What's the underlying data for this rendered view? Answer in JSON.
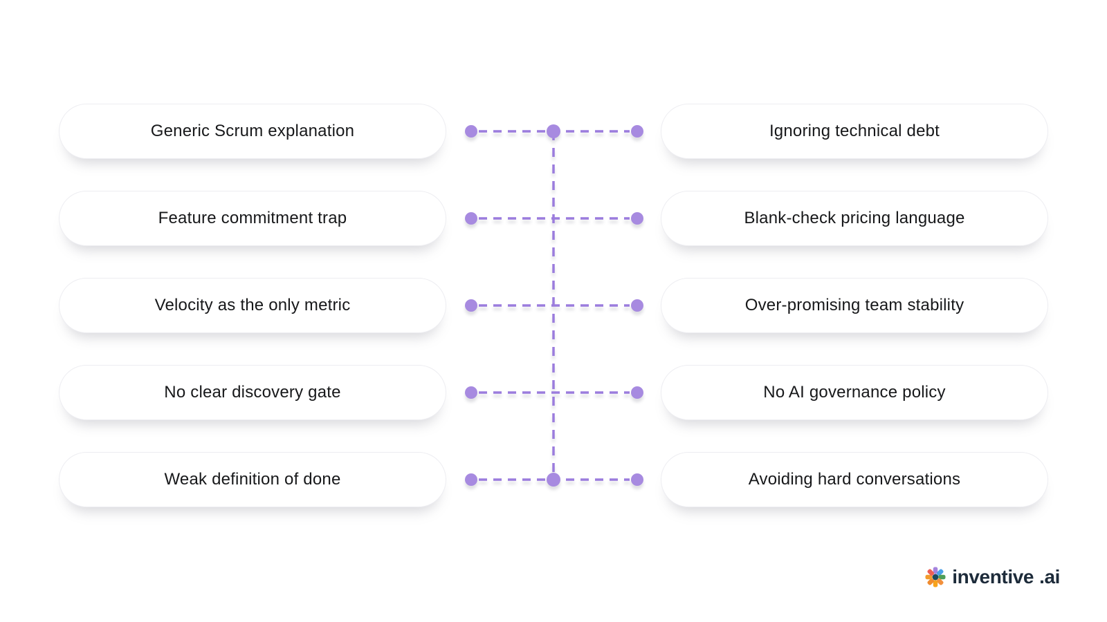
{
  "columns": {
    "left": {
      "items": [
        "Generic Scrum explanation",
        "Feature commitment trap",
        "Velocity as the only metric",
        "No clear discovery gate",
        "Weak definition of done"
      ]
    },
    "right": {
      "items": [
        "Ignoring technical debt",
        "Blank-check pricing language",
        "Over-promising team stability",
        "No AI governance policy",
        "Avoiding hard conversations"
      ]
    }
  },
  "connector": {
    "dot_color": "#a78ae0",
    "line_color": "#9b7cdd"
  },
  "logo": {
    "brand": "inventive",
    "suffix": ".ai",
    "text_color": "#1d2b3a",
    "icon_colors": [
      "#a583dd",
      "#4ba0e8",
      "#4e9e58",
      "#f2903c",
      "#f7a31c",
      "#f08b2e",
      "#f29b2c",
      "#ed5f55"
    ],
    "icon_center_color": "#1b4a5e"
  }
}
